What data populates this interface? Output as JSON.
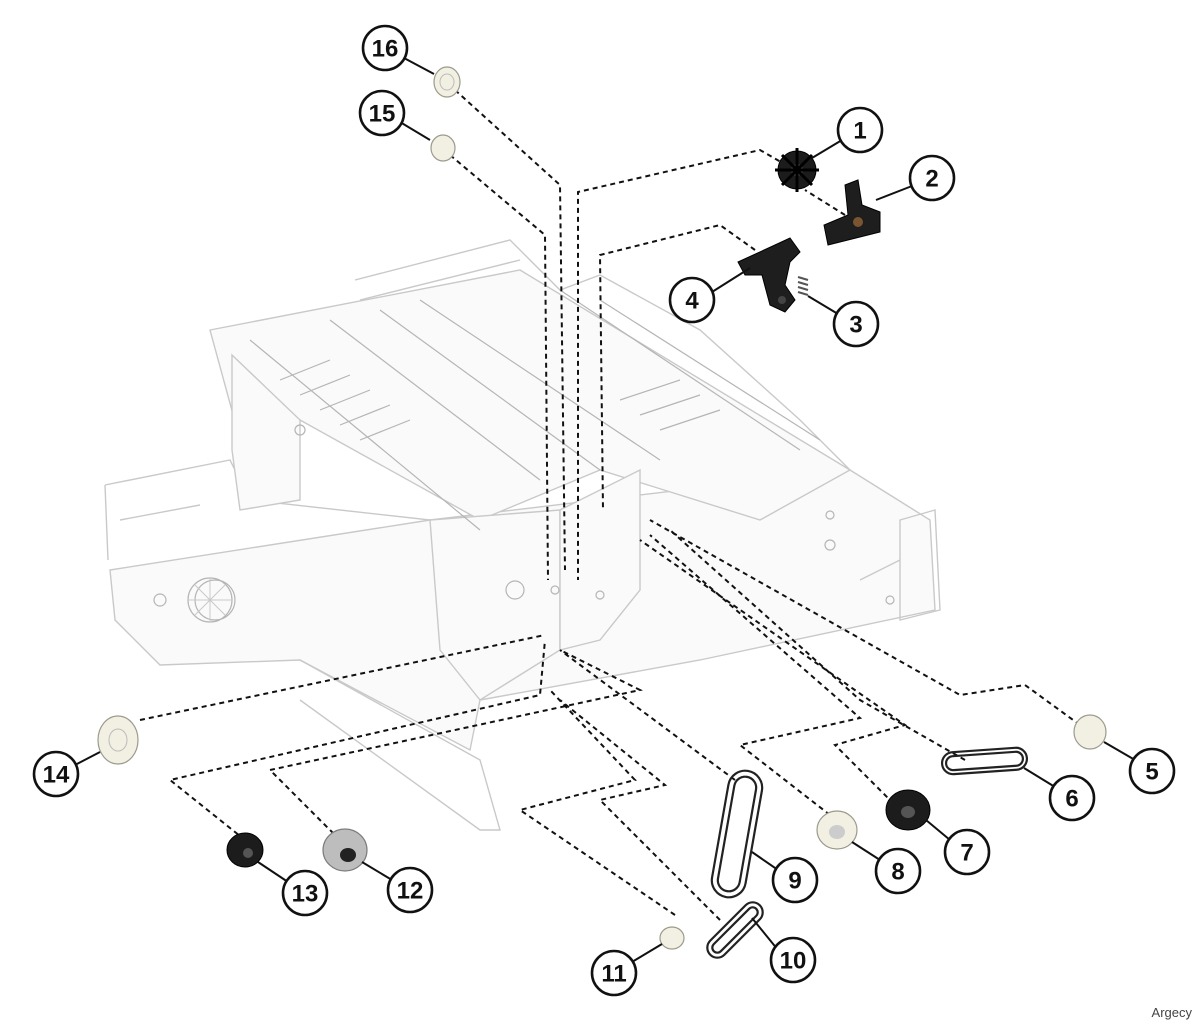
{
  "callouts": [
    {
      "label": "1"
    },
    {
      "label": "2"
    },
    {
      "label": "3"
    },
    {
      "label": "4"
    },
    {
      "label": "5"
    },
    {
      "label": "6"
    },
    {
      "label": "7"
    },
    {
      "label": "8"
    },
    {
      "label": "9"
    },
    {
      "label": "10"
    },
    {
      "label": "11"
    },
    {
      "label": "12"
    },
    {
      "label": "13"
    },
    {
      "label": "14"
    },
    {
      "label": "15"
    },
    {
      "label": "16"
    }
  ],
  "parts": [
    {
      "callout": "1",
      "kind": "gear",
      "color": "#1c1c1c"
    },
    {
      "callout": "2",
      "kind": "lever",
      "color": "#1e1e1e"
    },
    {
      "callout": "3",
      "kind": "spring",
      "color": "#555555"
    },
    {
      "callout": "4",
      "kind": "lever",
      "color": "#1e1e1e"
    },
    {
      "callout": "5",
      "kind": "gear",
      "color": "#f2f0e2"
    },
    {
      "callout": "6",
      "kind": "belt",
      "color": "#222222"
    },
    {
      "callout": "7",
      "kind": "gear",
      "color": "#1c1c1c"
    },
    {
      "callout": "8",
      "kind": "gear",
      "color": "#f2f0e2"
    },
    {
      "callout": "9",
      "kind": "belt",
      "color": "#222222"
    },
    {
      "callout": "10",
      "kind": "belt",
      "color": "#222222"
    },
    {
      "callout": "11",
      "kind": "gear",
      "color": "#f2f0e2"
    },
    {
      "callout": "12",
      "kind": "gear",
      "color": "#bdbdbd"
    },
    {
      "callout": "13",
      "kind": "gear",
      "color": "#1c1c1c"
    },
    {
      "callout": "14",
      "kind": "gear",
      "color": "#f2f0e2"
    },
    {
      "callout": "15",
      "kind": "gear",
      "color": "#f2f0e2"
    },
    {
      "callout": "16",
      "kind": "gear",
      "color": "#f2f0e2"
    }
  ],
  "watermark": "Argecy"
}
